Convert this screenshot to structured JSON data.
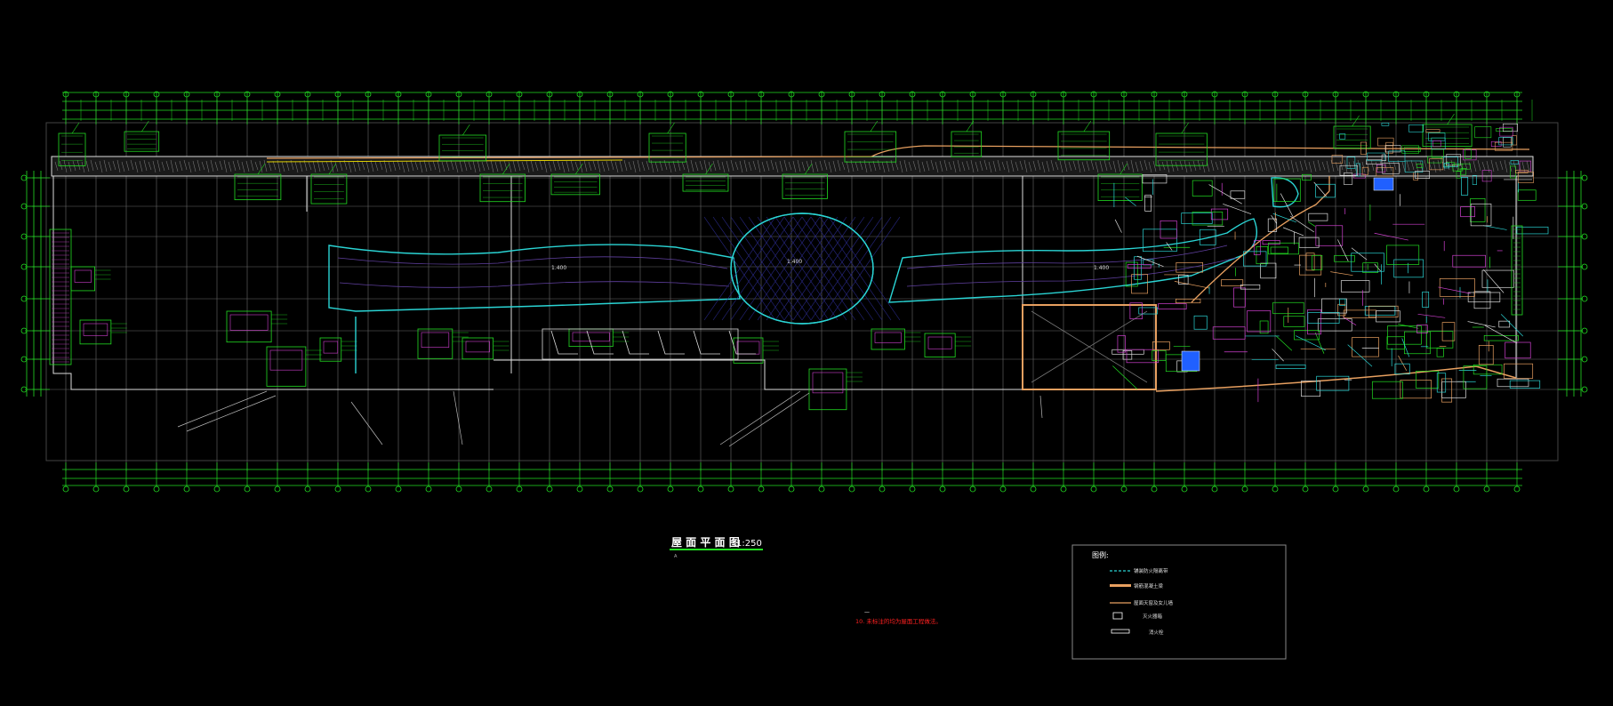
{
  "drawing": {
    "title": "屋 面 平 面 图",
    "scale": "1:250",
    "title_sub": "A",
    "note": "10. 未标注的均为屋面工程做法。",
    "note_mark": "—",
    "colors": {
      "background": "#000000",
      "grid": "#9a9a9a",
      "axis": "#22dd22",
      "contour": "#2ad4d4",
      "magenta": "#d040d0",
      "orange": "#e8a060",
      "white": "#ffffff",
      "yellow": "#e0d000",
      "red": "#ff2020",
      "blue": "#2060ff"
    }
  },
  "legend": {
    "title": "图例:",
    "items": [
      {
        "label": "铺装防火隔离带",
        "symbol": "dashed-cyan-line"
      },
      {
        "label": "钢筋混凝土梁",
        "symbol": "orange-thick-bar"
      },
      {
        "label": "屋面天窗及女儿墙",
        "symbol": "orange-thin-line"
      },
      {
        "label": "灭火器箱",
        "symbol": "small-box"
      },
      {
        "label": "消火栓",
        "symbol": "white-bar"
      }
    ]
  },
  "labels": {
    "court_left": "1.400",
    "court_center": "1.400",
    "court_right": "1.400"
  }
}
